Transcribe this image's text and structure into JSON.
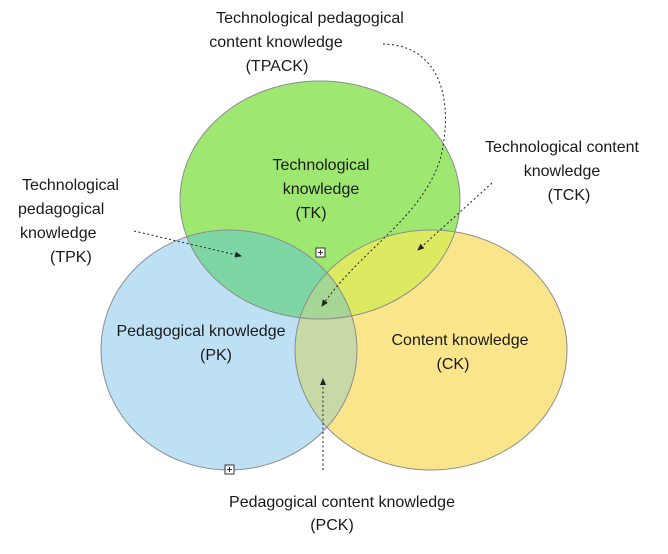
{
  "colors": {
    "tk_fill": "#9ee872",
    "pk_fill": "#bde0f4",
    "ck_fill": "#fbe58a",
    "tk_pk_overlap": "#7fd6a5",
    "tk_ck_overlap": "#dcea62",
    "pk_ck_overlap": "#c6d9a6",
    "center_overlap": "#a6d694",
    "outline": "#8c8c8c"
  },
  "circles": {
    "tk": {
      "line1": "Technological",
      "line2": "knowledge",
      "line3": "(TK)"
    },
    "pk": {
      "line1": "Pedagogical knowledge",
      "line2": "(PK)"
    },
    "ck": {
      "line1": "Content knowledge",
      "line2": "(CK)"
    }
  },
  "callouts": {
    "tpack": {
      "line1": "Technological pedagogical",
      "line2": "content knowledge",
      "line3": "(TPACK)"
    },
    "tck": {
      "line1": "Technological content",
      "line2": "knowledge",
      "line3": "(TCK)"
    },
    "tpk": {
      "line1": "Technological",
      "line2": "pedagogical",
      "line3": "knowledge",
      "line4": "(TPK)"
    },
    "pck": {
      "line1": "Pedagogical content knowledge",
      "line2": "(PCK)"
    }
  },
  "icons": [
    "expand-handle-icon",
    "expand-handle-icon"
  ]
}
